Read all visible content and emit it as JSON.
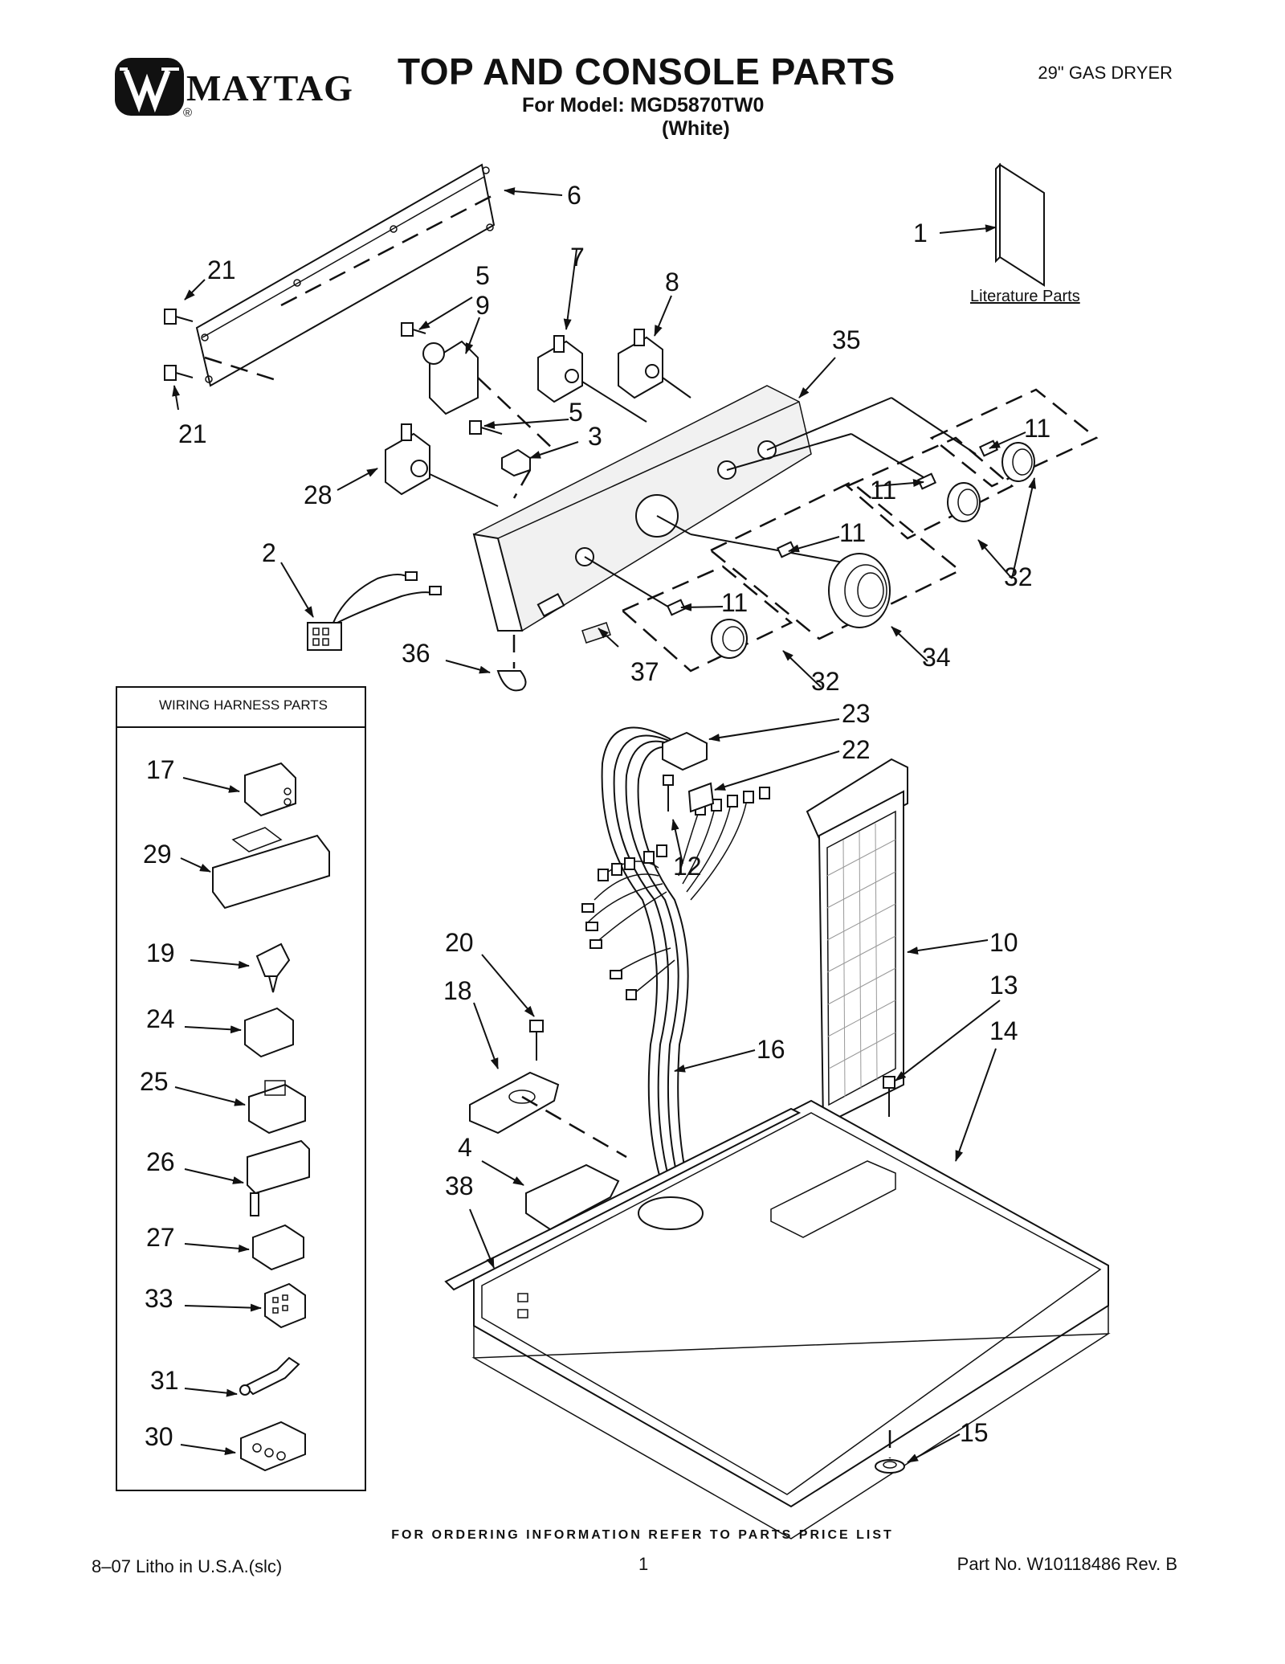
{
  "header": {
    "brand": "MAYTAG",
    "registered": "®",
    "title": "TOP AND CONSOLE PARTS",
    "subtitle": "For Model: MGD5870TW0",
    "subtitle2": "(White)",
    "product": "29\" GAS DRYER"
  },
  "literature_label": "Literature Parts",
  "harness_box_title": "WIRING HARNESS PARTS",
  "callouts": {
    "c1": "1",
    "c2": "2",
    "c3": "3",
    "c4": "4",
    "c5a": "5",
    "c5b": "5",
    "c6": "6",
    "c7": "7",
    "c8": "8",
    "c9": "9",
    "c10": "10",
    "c11a": "11",
    "c11b": "11",
    "c11c": "11",
    "c11d": "11",
    "c12": "12",
    "c13": "13",
    "c14": "14",
    "c15": "15",
    "c16": "16",
    "c17": "17",
    "c18": "18",
    "c19": "19",
    "c20": "20",
    "c21a": "21",
    "c21b": "21",
    "c22": "22",
    "c23": "23",
    "c24": "24",
    "c25": "25",
    "c26": "26",
    "c27": "27",
    "c28": "28",
    "c29": "29",
    "c30": "30",
    "c31": "31",
    "c32a": "32",
    "c32b": "32",
    "c33": "33",
    "c34": "34",
    "c35": "35",
    "c36": "36",
    "c37": "37",
    "c38": "38"
  },
  "footer": {
    "note": "FOR ORDERING INFORMATION REFER TO PARTS PRICE LIST",
    "litho": "8–07 Litho in U.S.A.(slc)",
    "page": "1",
    "part_no": "Part No. W10118486 Rev. B"
  }
}
